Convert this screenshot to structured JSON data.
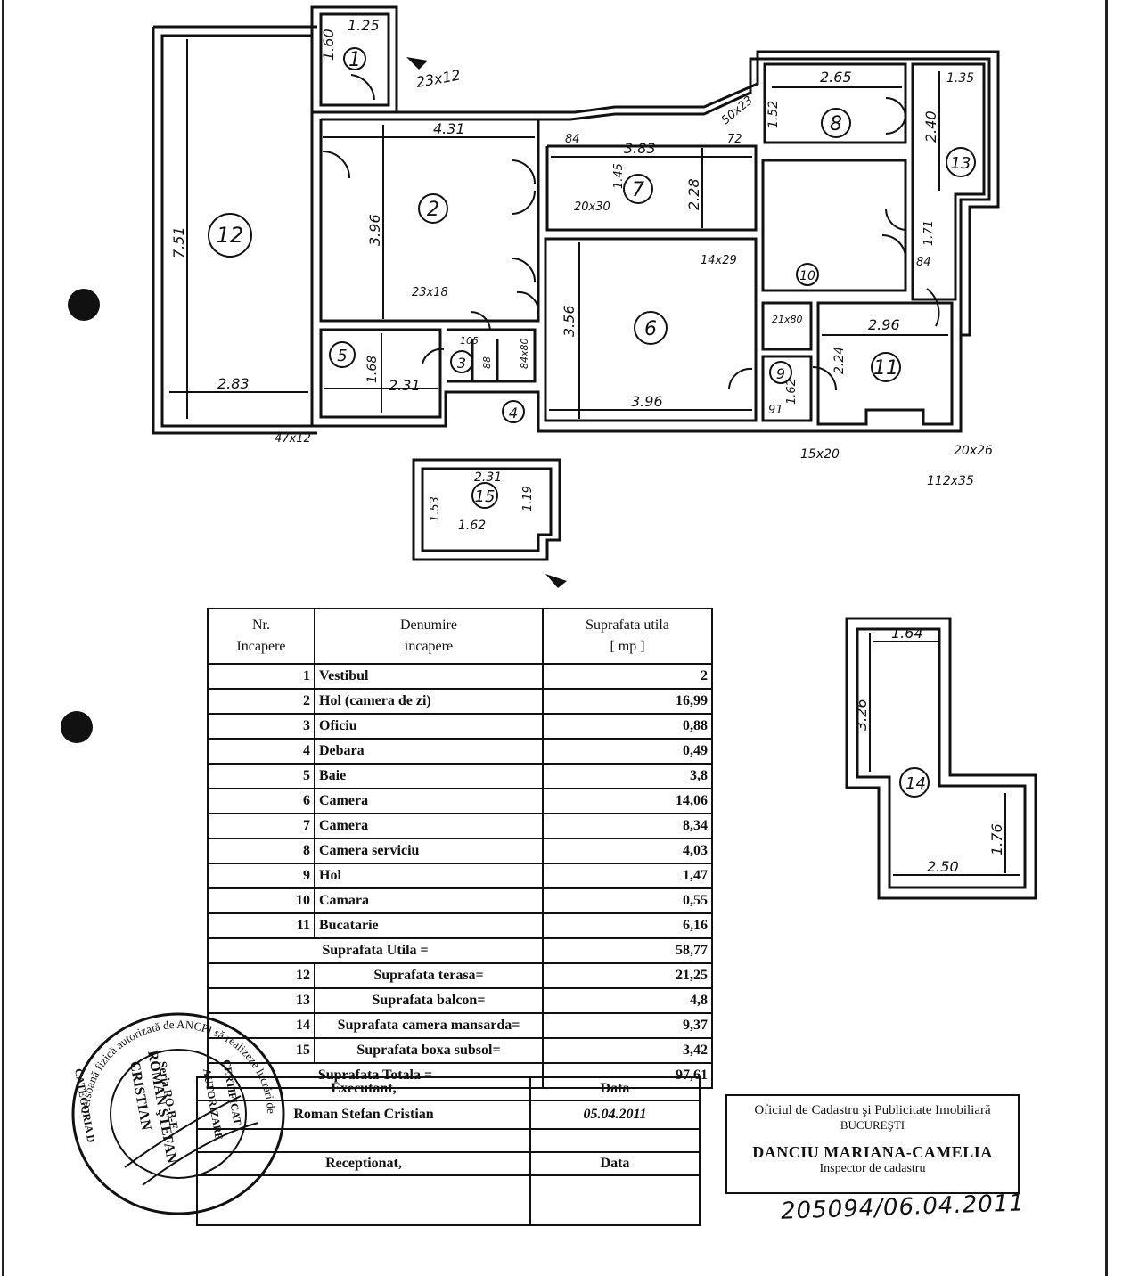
{
  "plan": {
    "room_numbers": [
      "1",
      "2",
      "3",
      "4",
      "5",
      "6",
      "7",
      "8",
      "9",
      "10",
      "11",
      "12",
      "13",
      "14",
      "15"
    ],
    "dimensions": {
      "d_1_25": "1.25",
      "d_1_60": "1.60",
      "d_23x12": "23x12",
      "d_4_31": "4.31",
      "d_3_96a": "3.96",
      "d_7_51": "7.51",
      "d_2_83": "2.83",
      "d_47x12": "47x12",
      "d_84a": "84",
      "d_3_83": "3.83",
      "d_1_45": "1.45",
      "d_2_28": "2.28",
      "d_20x30": "20x30",
      "d_2_65": "2.65",
      "d_1_35": "1.35",
      "d_1_52": "1.52",
      "d_2_40": "2.40",
      "d_50x23": "50x23",
      "d_72": "72",
      "d_1_71": "1.71",
      "d_84b": "84",
      "d_14x29": "14x29",
      "d_23x18": "23x18",
      "d_1_68": "1.68",
      "d_2_31a": "2.31",
      "d_105": "105",
      "d_88": "88",
      "d_84x80": "84x80",
      "d_3_56": "3.56",
      "d_3_96b": "3.96",
      "d_21x80": "21x80",
      "d_2_96": "2.96",
      "d_2_24": "2.24",
      "d_1_62a": "1.62",
      "d_91": "91",
      "d_15x20": "15x20",
      "d_20x26": "20x26",
      "d_112x35": "112x35",
      "d_2_31b": "2.31",
      "d_1_53": "1.53",
      "d_1_62b": "1.62",
      "d_1_19": "1.19",
      "d_1_64": "1.64",
      "d_3_26": "3.26",
      "d_2_50": "2.50",
      "d_1_76": "1.76"
    }
  },
  "table": {
    "header": {
      "nr_line1": "Nr.",
      "nr_line2": "Incapere",
      "name_line1": "Denumire",
      "name_line2": "incapere",
      "area_line1": "Suprafata utila",
      "area_line2": "[ mp ]"
    },
    "rows": [
      {
        "nr": "1",
        "name": "Vestibul",
        "area": "2"
      },
      {
        "nr": "2",
        "name": "Hol (camera de zi)",
        "area": "16,99"
      },
      {
        "nr": "3",
        "name": "Oficiu",
        "area": "0,88"
      },
      {
        "nr": "4",
        "name": "Debara",
        "area": "0,49"
      },
      {
        "nr": "5",
        "name": "Baie",
        "area": "3,8"
      },
      {
        "nr": "6",
        "name": "Camera",
        "area": "14,06"
      },
      {
        "nr": "7",
        "name": "Camera",
        "area": "8,34"
      },
      {
        "nr": "8",
        "name": "Camera serviciu",
        "area": "4,03"
      },
      {
        "nr": "9",
        "name": "Hol",
        "area": "1,47"
      },
      {
        "nr": "10",
        "name": "Camara",
        "area": "0,55"
      },
      {
        "nr": "11",
        "name": "Bucatarie",
        "area": "6,16"
      }
    ],
    "util_label": "Suprafata Utila =",
    "util_value": "58,77",
    "extra_rows": [
      {
        "nr": "12",
        "name": "Suprafata terasa=",
        "area": "21,25"
      },
      {
        "nr": "13",
        "name": "Suprafata balcon=",
        "area": "4,8"
      },
      {
        "nr": "14",
        "name": "Suprafata camera mansarda=",
        "area": "9,37"
      },
      {
        "nr": "15",
        "name": "Suprafata boxa subsol=",
        "area": "3,42"
      }
    ],
    "total_label": "Suprafata Totala =",
    "total_value": "97,61"
  },
  "sign": {
    "executant_label": "Executant,",
    "data_label": "Data",
    "executant_name": "Roman Stefan Cristian",
    "executant_date": "05.04.2011",
    "receptionat_label": "Receptionat,",
    "data_label_2": "Data"
  },
  "ocpi": {
    "line1": "Oficiul de Cadastru şi Publicitate Imobiliară",
    "line2": "BUCUREŞTI",
    "line3": "DANCIU MARIANA-CAMELIA",
    "line4": "Inspector de cadastru"
  },
  "registration": "205094/06.04.2011",
  "stamp": {
    "outer_text": "Persoană fizică autorizată de ANCPI să realizeze lucrări de cadastru",
    "autorizare": "AUTORIZARE",
    "certificat": "CERTIFICAT",
    "seria": "Seria RO-B-F",
    "name1": "ROMAN ŞTEFAN",
    "name2": "CRISTIAN",
    "categoria": "CATEGORIA D"
  }
}
